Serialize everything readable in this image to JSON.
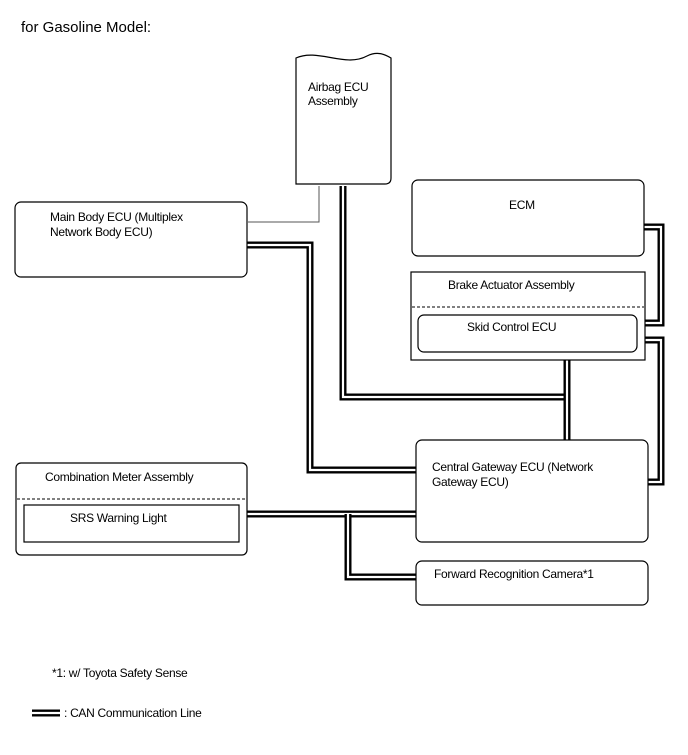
{
  "title": "for Gasoline Model:",
  "components": {
    "airbag": {
      "line1": "Airbag ECU",
      "line2": "Assembly"
    },
    "main_body": {
      "line1": "Main Body ECU (Multiplex",
      "line2": "Network Body ECU)"
    },
    "ecm": {
      "label": "ECM"
    },
    "brake_actuator": {
      "label": "Brake Actuator Assembly",
      "sub": "Skid Control ECU"
    },
    "gateway": {
      "line1": "Central Gateway ECU (Network",
      "line2": "Gateway ECU)"
    },
    "combination_meter": {
      "label": "Combination Meter Assembly",
      "sub": "SRS Warning Light"
    },
    "forward_camera": {
      "label": "Forward Recognition Camera*1"
    }
  },
  "footnote": "*1: w/ Toyota Safety Sense",
  "legend": {
    "label": ": CAN Communication Line"
  }
}
